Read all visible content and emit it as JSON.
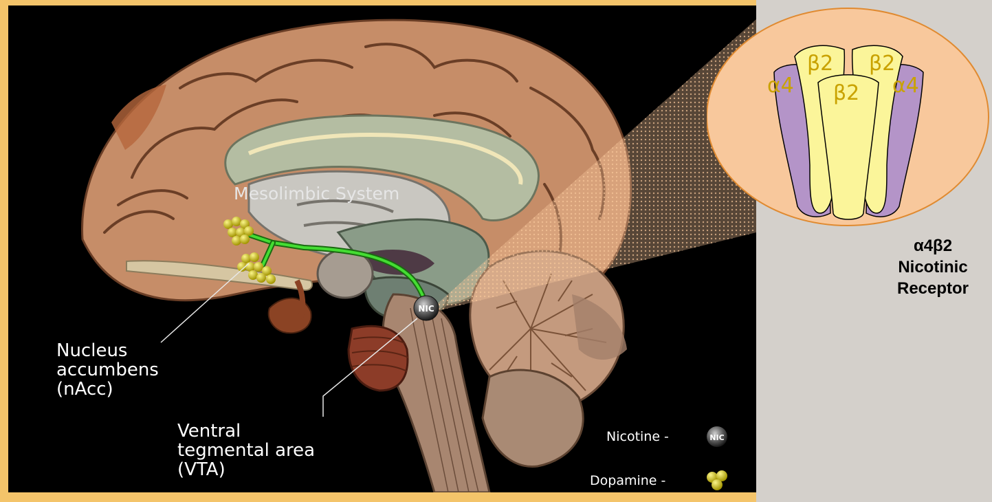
{
  "diagram": {
    "system_label": "Mesolimbic System",
    "labels": {
      "nacc": "Nucleus\naccumbens\n(nAcc)",
      "vta": "Ventral\ntegmental area\n(VTA)"
    },
    "nic_marker": "NIC",
    "legend": {
      "nicotine": "Nicotine -",
      "dopamine": "Dopamine -",
      "nic_icon_text": "NIC"
    },
    "receptor": {
      "subunits": {
        "alpha_left": "α4",
        "beta_top_left": "β2",
        "beta_top_right": "β2",
        "beta_center": "β2",
        "alpha_right": "α4"
      },
      "caption": [
        "α4β2",
        "Nicotinic",
        "Receptor"
      ],
      "colors": {
        "alpha": "#b494c8",
        "beta": "#fbf59a",
        "circle": "#f8c89c",
        "label": "#c9a200"
      }
    },
    "colors": {
      "pathway": "#44dd33",
      "dopamine": "#d8d020",
      "background": "#000000",
      "slide_bg": "#d4d0cb",
      "accent_strip": "#f4c46a"
    }
  }
}
